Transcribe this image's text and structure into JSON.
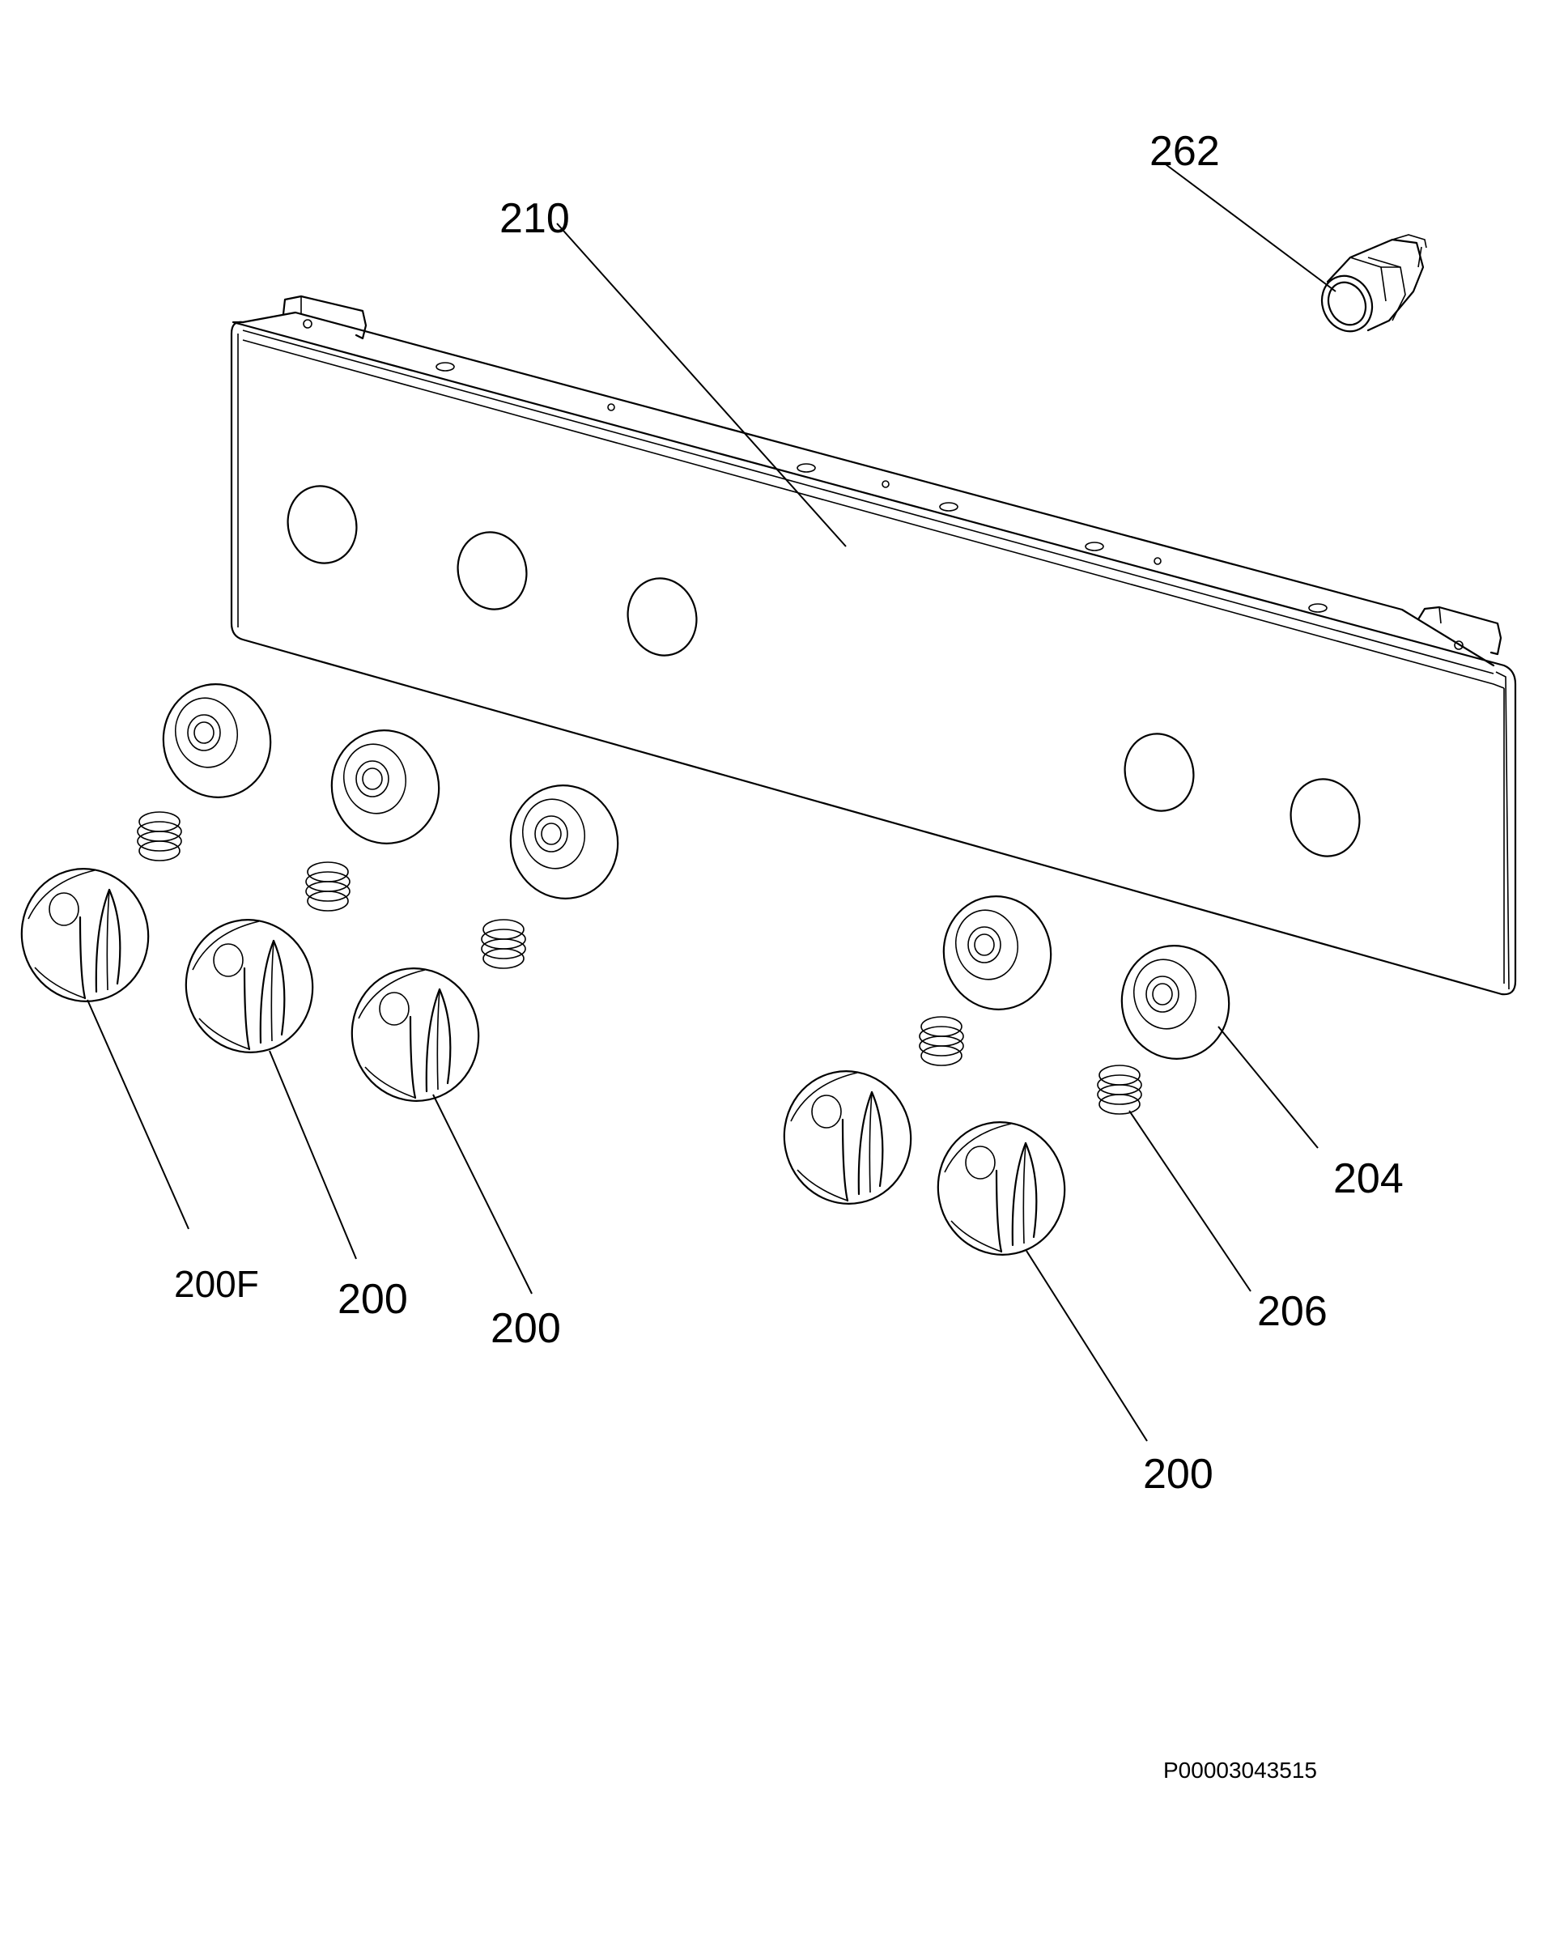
{
  "labels": {
    "panel": "210",
    "lamp": "262",
    "knob_first": "200F",
    "knob_2": "200",
    "knob_3": "200",
    "knob_right": "200",
    "bezel": "204",
    "spring": "206"
  },
  "drawing_code": "P00003043515"
}
